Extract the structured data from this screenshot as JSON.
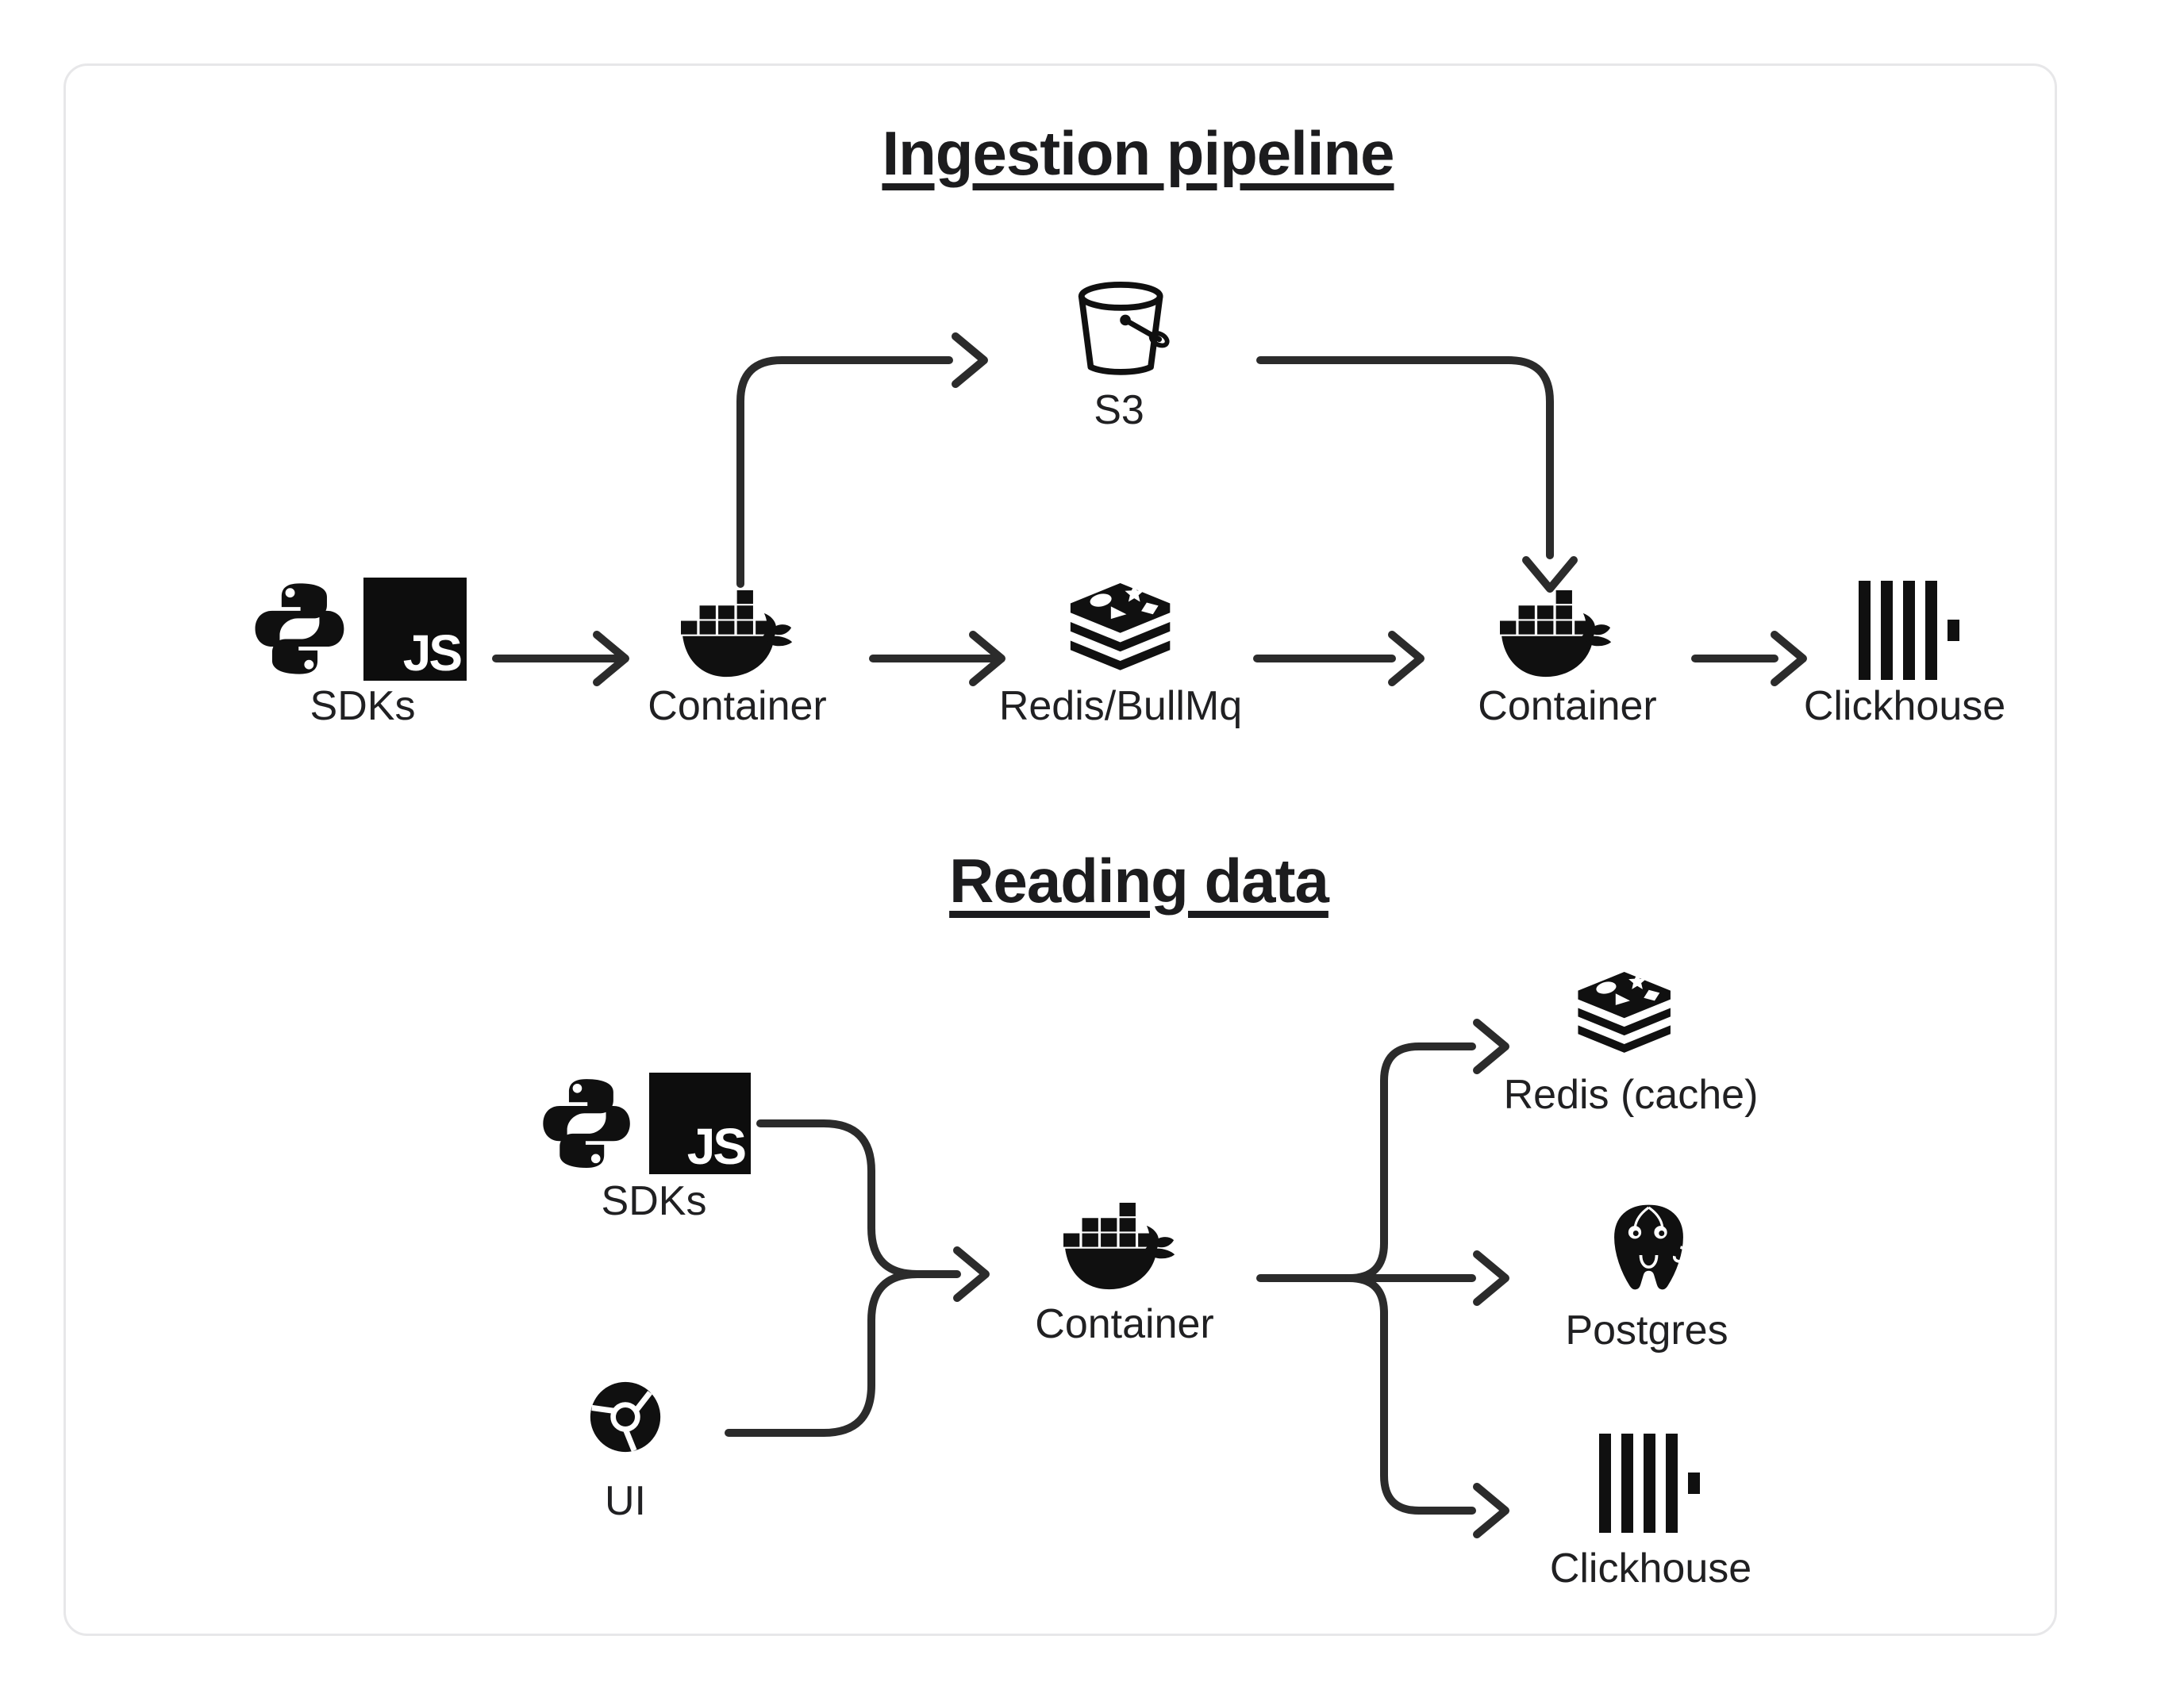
{
  "diagram": {
    "colors": {
      "background": "#ffffff",
      "card_border": "#e7e7e9",
      "ink": "#101010",
      "line": "#2b2b2b"
    },
    "badges": {
      "js": "JS"
    },
    "ingestion": {
      "title": "Ingestion pipeline",
      "sdks_label": "SDKs",
      "container_in_label": "Container",
      "queue_label": "Redis/BullMq",
      "s3_label": "S3",
      "container_out_label": "Container",
      "clickhouse_label": "Clickhouse",
      "flows": [
        "SDKs -> Container",
        "Container -> S3",
        "Container -> Redis/BullMq",
        "Redis/BullMq -> Container",
        "S3 -> Container",
        "Container -> Clickhouse"
      ]
    },
    "reading": {
      "title": "Reading data",
      "sdks_label": "SDKs",
      "ui_label": "UI",
      "container_label": "Container",
      "redis_cache_label": "Redis (cache)",
      "postgres_label": "Postgres",
      "clickhouse_label": "Clickhouse",
      "flows": [
        "SDKs -> Container",
        "UI -> Container",
        "Container -> Redis (cache)",
        "Container -> Postgres",
        "Container -> Clickhouse"
      ]
    }
  }
}
